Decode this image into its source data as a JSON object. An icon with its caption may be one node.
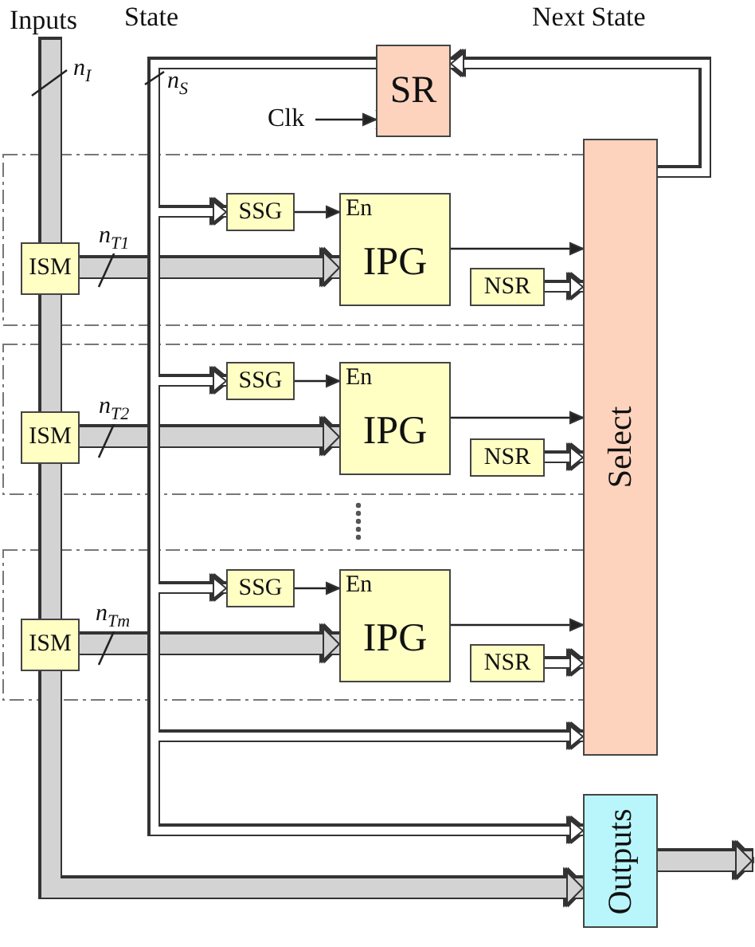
{
  "diagram": {
    "nodes": [
      {
        "text": [
          "SR"
        ]
      },
      {
        "text": [
          "Clk"
        ]
      },
      {
        "text": [
          "Select"
        ]
      },
      {
        "text": [
          "ISM"
        ]
      },
      {
        "text": [
          "SSG"
        ]
      },
      {
        "text": [
          "En",
          "IPG"
        ]
      },
      {
        "text": [
          "NSR"
        ]
      },
      {
        "text": [
          "ISM"
        ]
      },
      {
        "text": [
          "SSG"
        ]
      },
      {
        "text": [
          "En",
          "IPG"
        ]
      },
      {
        "text": [
          "NSR"
        ]
      },
      {
        "text": [
          "ISM"
        ]
      },
      {
        "text": [
          "SSG"
        ]
      },
      {
        "text": [
          "En",
          "IPG"
        ]
      },
      {
        "text": [
          "NSR"
        ]
      },
      {
        "text": [
          "Outputs"
        ]
      },
      {
        "text": [
          "Inputs"
        ]
      }
    ],
    "edges": [
      {
        "from": 16,
        "to": 3,
        "arrow": "none",
        "style": "thick",
        "color": "#d3d3d3",
        "label": "n$_{I}$"
      },
      {
        "from": 3,
        "to": 7,
        "arrow": "none",
        "style": "thick",
        "color": "#d3d3d3"
      },
      {
        "from": 7,
        "to": 11,
        "arrow": "none",
        "style": "thick",
        "color": "#d3d3d3"
      },
      {
        "from": 11,
        "to": 15,
        "arrow": "to",
        "style": "thick",
        "color": "#d3d3d3"
      },
      {
        "from": 3,
        "to": 5,
        "arrow": "to",
        "style": "thick",
        "color": "#d3d3d3",
        "label": "n$_{T1}$"
      },
      {
        "from": 7,
        "to": 9,
        "arrow": "to",
        "style": "thick",
        "color": "#d3d3d3",
        "label": "n$_{T2}$"
      },
      {
        "from": 11,
        "to": 13,
        "arrow": "to",
        "style": "thick",
        "color": "#d3d3d3",
        "label": "n$_{Tm}$"
      },
      {
        "from": 0,
        "to": 4,
        "arrow": "to",
        "label": "n$_{S}$"
      },
      {
        "from": 0,
        "to": 8,
        "arrow": "to"
      },
      {
        "from": 0,
        "to": 12,
        "arrow": "to"
      },
      {
        "from": 0,
        "to": 2,
        "arrow": "to"
      },
      {
        "from": 0,
        "to": 15,
        "arrow": "to"
      },
      {
        "from": 2,
        "to": 0,
        "arrow": "to"
      },
      {
        "from": 1,
        "to": 0,
        "arrow": "to",
        "color": "#222222"
      },
      {
        "from": 4,
        "to": 5,
        "arrow": "to",
        "color": "#222222"
      },
      {
        "from": 8,
        "to": 9,
        "arrow": "to",
        "color": "#222222"
      },
      {
        "from": 12,
        "to": 13,
        "arrow": "to",
        "color": "#222222"
      },
      {
        "from": 5,
        "to": 2,
        "arrow": "to",
        "color": "#222222"
      },
      {
        "from": 9,
        "to": 2,
        "arrow": "to",
        "color": "#222222"
      },
      {
        "from": 13,
        "to": 2,
        "arrow": "to",
        "color": "#222222"
      },
      {
        "from": 6,
        "to": 2,
        "arrow": "to"
      },
      {
        "from": 10,
        "to": 2,
        "arrow": "to"
      },
      {
        "from": 14,
        "to": 2,
        "arrow": "to"
      },
      {
        "from": 15,
        "to": null,
        "arrow": "to",
        "style": "thick",
        "color": "#d3d3d3"
      }
    ],
    "labels": [
      "State",
      "Next State"
    ]
  }
}
